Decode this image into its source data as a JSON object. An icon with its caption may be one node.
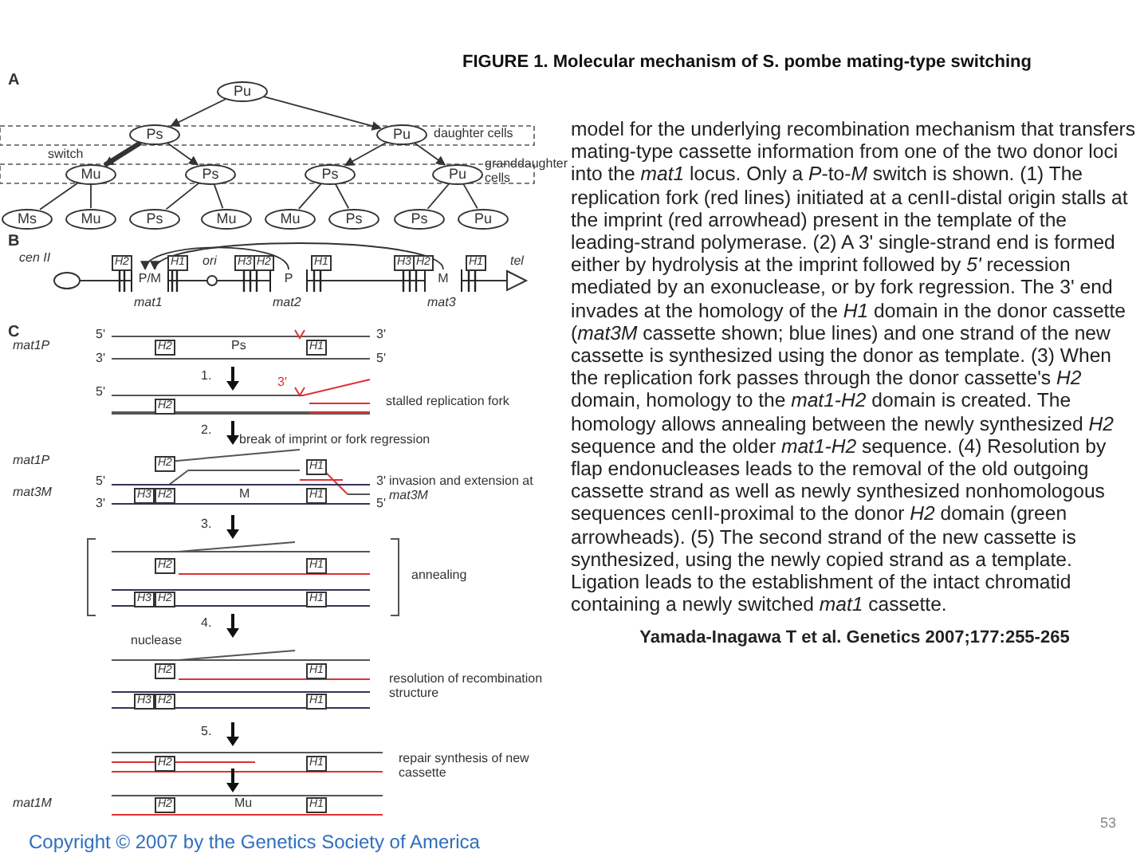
{
  "diagram": {
    "title": "FIGURE 1. Molecular mechanism of S. pombe mating-type switching",
    "nodes": [
      {
        "text": [
          "Pu"
        ]
      },
      {
        "text": [
          "Ps"
        ]
      },
      {
        "text": [
          "Pu"
        ]
      },
      {
        "text": [
          "Mu"
        ]
      },
      {
        "text": [
          "Ps"
        ]
      },
      {
        "text": [
          "Ps"
        ]
      },
      {
        "text": [
          "Pu"
        ]
      },
      {
        "text": [
          "Ms"
        ]
      },
      {
        "text": [
          "Mu"
        ]
      },
      {
        "text": [
          "Ps"
        ]
      },
      {
        "text": [
          "Mu"
        ]
      },
      {
        "text": [
          "Mu"
        ]
      },
      {
        "text": [
          "Ps"
        ]
      },
      {
        "text": [
          "Ps"
        ]
      },
      {
        "text": [
          "Pu"
        ]
      },
      {
        "text": [
          "P/M"
        ],
        "beside": [
          "mat1"
        ]
      },
      {
        "text": [
          "P"
        ],
        "beside": [
          "mat2"
        ]
      },
      {
        "text": [
          "M"
        ],
        "beside": [
          "mat3"
        ]
      }
    ],
    "edges": [
      {
        "from": 0,
        "to": 1,
        "arrow": "to"
      },
      {
        "from": 0,
        "to": 2,
        "arrow": "to"
      },
      {
        "from": 1,
        "to": 3,
        "arrow": "to",
        "style": "thick"
      },
      {
        "from": 1,
        "to": 4,
        "arrow": "to"
      },
      {
        "from": 2,
        "to": 5,
        "arrow": "to"
      },
      {
        "from": 2,
        "to": 6,
        "arrow": "to"
      },
      {
        "from": 3,
        "to": 7,
        "arrow": "none"
      },
      {
        "from": 3,
        "to": 8,
        "arrow": "none"
      },
      {
        "from": 4,
        "to": 9,
        "arrow": "none"
      },
      {
        "from": 4,
        "to": 10,
        "arrow": "none"
      },
      {
        "from": 5,
        "to": 11,
        "arrow": "none"
      },
      {
        "from": 5,
        "to": 12,
        "arrow": "none"
      },
      {
        "from": 6,
        "to": 13,
        "arrow": "none"
      },
      {
        "from": 6,
        "to": 14,
        "arrow": "none"
      },
      {
        "from": 16,
        "to": 15,
        "arrow": "to"
      },
      {
        "from": 17,
        "to": 15,
        "arrow": "to"
      }
    ],
    "labels": [
      "A",
      "daughter cells",
      "switch",
      "granddaughter cells",
      "B",
      "cen II",
      "H2",
      "H1",
      "ori",
      "H3",
      "H2",
      "H1",
      "H3",
      "H2",
      "H1",
      "tel",
      "C",
      "mat1P",
      "5'",
      "3'",
      "H2",
      "Ps",
      "H1",
      "3'",
      "5'",
      "1.",
      "5'",
      "H2",
      "3'",
      "stalled replication fork",
      "2.",
      "break of imprint or fork regression",
      "mat1P",
      "H2",
      "H1",
      "mat3M",
      "5'",
      "3'",
      "H3",
      "H2",
      "M",
      "H1",
      "3'",
      "5'",
      "invasion and extension at *mat3M*",
      "3.",
      "H2",
      "H1",
      "H3",
      "H2",
      "H1",
      "annealing",
      "4.",
      "nuclease",
      "H2",
      "H1",
      "H3",
      "H2",
      "H1",
      "resolution of recombination structure",
      "5.",
      "H2",
      "H1",
      "repair synthesis of new cassette",
      "mat1M",
      "H2",
      "Mu",
      "H1",
      "model for the underlying recombination mechanism that transfers mating-type cassette information from one of the two donor loci into the *mat1* locus. Only a *P*-to-*M* switch is shown. (1) The replication fork (red lines) initiated at a cenII-distal origin stalls at the imprint (red arrowhead) present in the template of the leading-strand polymerase. (2) A 3' single-strand end is formed either by hydrolysis at the imprint followed by *5'* recession mediated by an exonuclease, or by fork regression. The 3' end invades at the homology of the *H1* domain in the donor cassette (*mat3M* cassette shown; blue lines) and one strand of the new cassette is synthesized using the donor as template. (3) When the replication fork passes through the donor cassette's *H2* domain, homology to the *mat1-H2* domain is created. The homology allows annealing between the newly synthesized *H2* sequence and the older *mat1-H2* sequence. (4) Resolution by flap endonucleases leads to the removal of the old outgoing cassette strand as well as newly synthesized nonhomologous sequences cenII-proximal to the donor *H2* domain (green arrowheads). (5) The second strand of the new cassette is synthesized, using the newly copied strand as a template. Ligation leads to the establishment of the intact chromatid containing a newly switched *mat1* cassette.",
      "Yamada-Inagawa T et al. Genetics 2007;177:255-265",
      "Copyright © 2007 by the Genetics Society of America",
      "53"
    ]
  }
}
